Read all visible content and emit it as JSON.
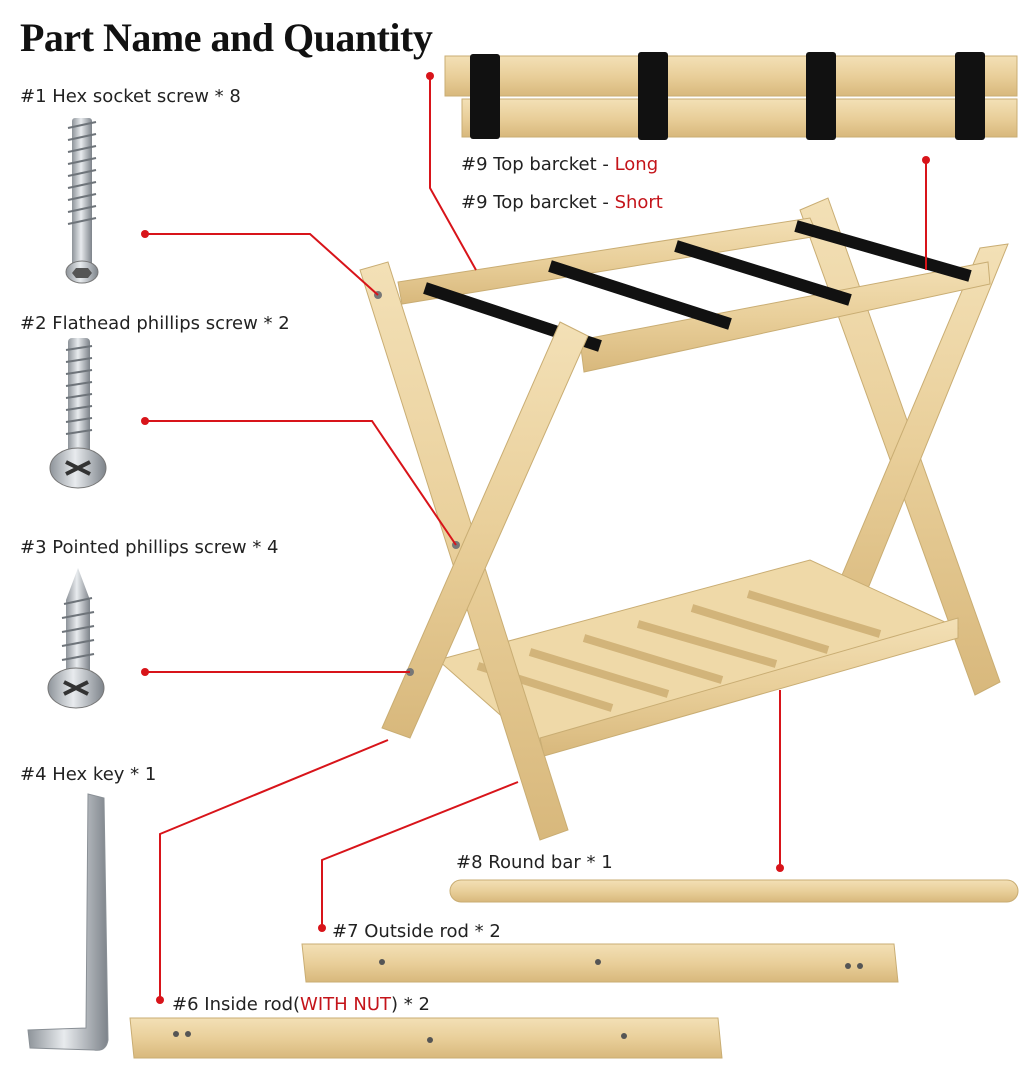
{
  "title": "Part Name and Quantity",
  "parts": {
    "p1": "#1 Hex socket screw * 8",
    "p2": "#2 Flathead phillips screw * 2",
    "p3": "#3 Pointed phillips screw * 4",
    "p4": "#4 Hex key * 1",
    "p6_pre": "#6 Inside rod(",
    "p6_red": "WITH NUT",
    "p6_post": ") * 2",
    "p7": "#7 Outside rod * 2",
    "p8": "#8 Round bar * 1",
    "p9_long_pre": "#9 Top barcket - ",
    "p9_long_red": "Long",
    "p9_short_pre": "#9 Top barcket - ",
    "p9_short_red": "Short"
  },
  "colors": {
    "wood": "#ecd5a3",
    "wood_edge": "#c9ad73",
    "strap": "#111111",
    "callout": "#d8141a",
    "metal": "#b9bdc2"
  },
  "icons": [
    "hex-socket-screw-icon",
    "flathead-phillips-screw-icon",
    "pointed-phillips-screw-icon",
    "hex-key-icon",
    "luggage-rack-icon"
  ]
}
